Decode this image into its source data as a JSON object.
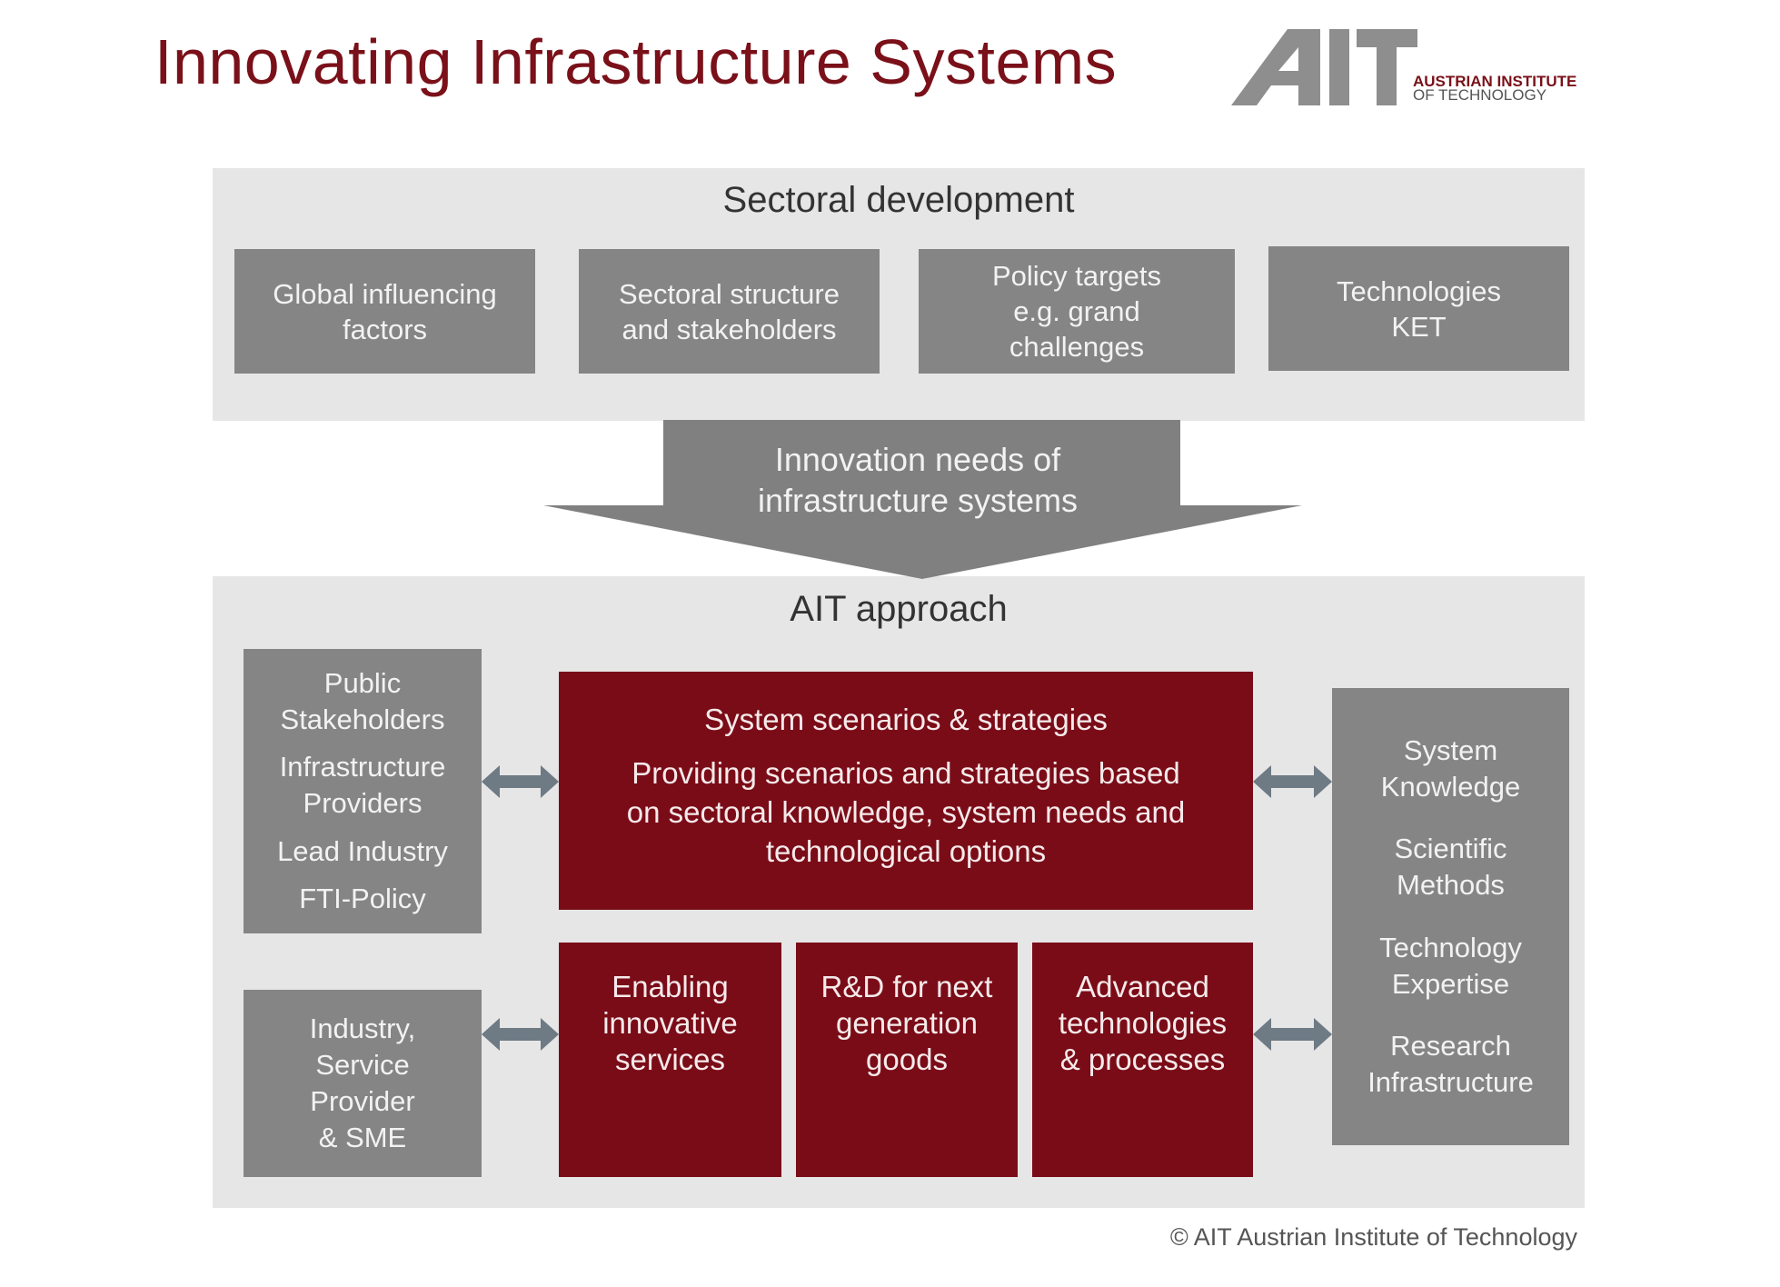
{
  "title": "Innovating Infrastructure Systems",
  "logo": {
    "mark_text": "AIT",
    "line1": "AUSTRIAN INSTITUTE",
    "line2": "OF TECHNOLOGY"
  },
  "sectoral": {
    "title": "Sectoral development",
    "boxes": [
      {
        "lines": [
          "Global influencing",
          "factors"
        ]
      },
      {
        "lines": [
          "Sectoral structure",
          "and stakeholders"
        ]
      },
      {
        "lines": [
          "Policy targets",
          "e.g. grand",
          "challenges"
        ]
      },
      {
        "lines": [
          "Technologies",
          "KET"
        ]
      }
    ]
  },
  "arrow": {
    "lines": [
      "Innovation needs of",
      "infrastructure systems"
    ]
  },
  "approach": {
    "title": "AIT approach",
    "left_top": {
      "items": [
        [
          "Public",
          "Stakeholders"
        ],
        [
          "Infrastructure",
          "Providers"
        ],
        [
          "Lead Industry"
        ],
        [
          "FTI-Policy"
        ]
      ]
    },
    "left_bottom": {
      "lines": [
        "Industry,",
        "Service",
        "Provider",
        "& SME"
      ]
    },
    "center_main": {
      "heading": "System scenarios & strategies",
      "body": [
        "Providing scenarios and strategies based",
        "on sectoral knowledge, system  needs and",
        "technological options"
      ]
    },
    "center_boxes": [
      {
        "lines": [
          "Enabling",
          "innovative",
          "services"
        ]
      },
      {
        "lines": [
          "R&D for next",
          "generation",
          "goods"
        ]
      },
      {
        "lines": [
          "Advanced",
          "technologies",
          "& processes"
        ]
      }
    ],
    "right": {
      "items": [
        [
          "System",
          "Knowledge"
        ],
        [
          "Scientific",
          "Methods"
        ],
        [
          "Technology",
          "Expertise"
        ],
        [
          "Research",
          "Infrastructure"
        ]
      ]
    }
  },
  "copyright": "© AIT Austrian Institute of Technology",
  "colors": {
    "dark_red": "#7a0c18",
    "gray_box": "#858585",
    "panel_bg": "#e6e6e6",
    "arrow_gray": "#808080",
    "connector": "#6e7a84"
  }
}
